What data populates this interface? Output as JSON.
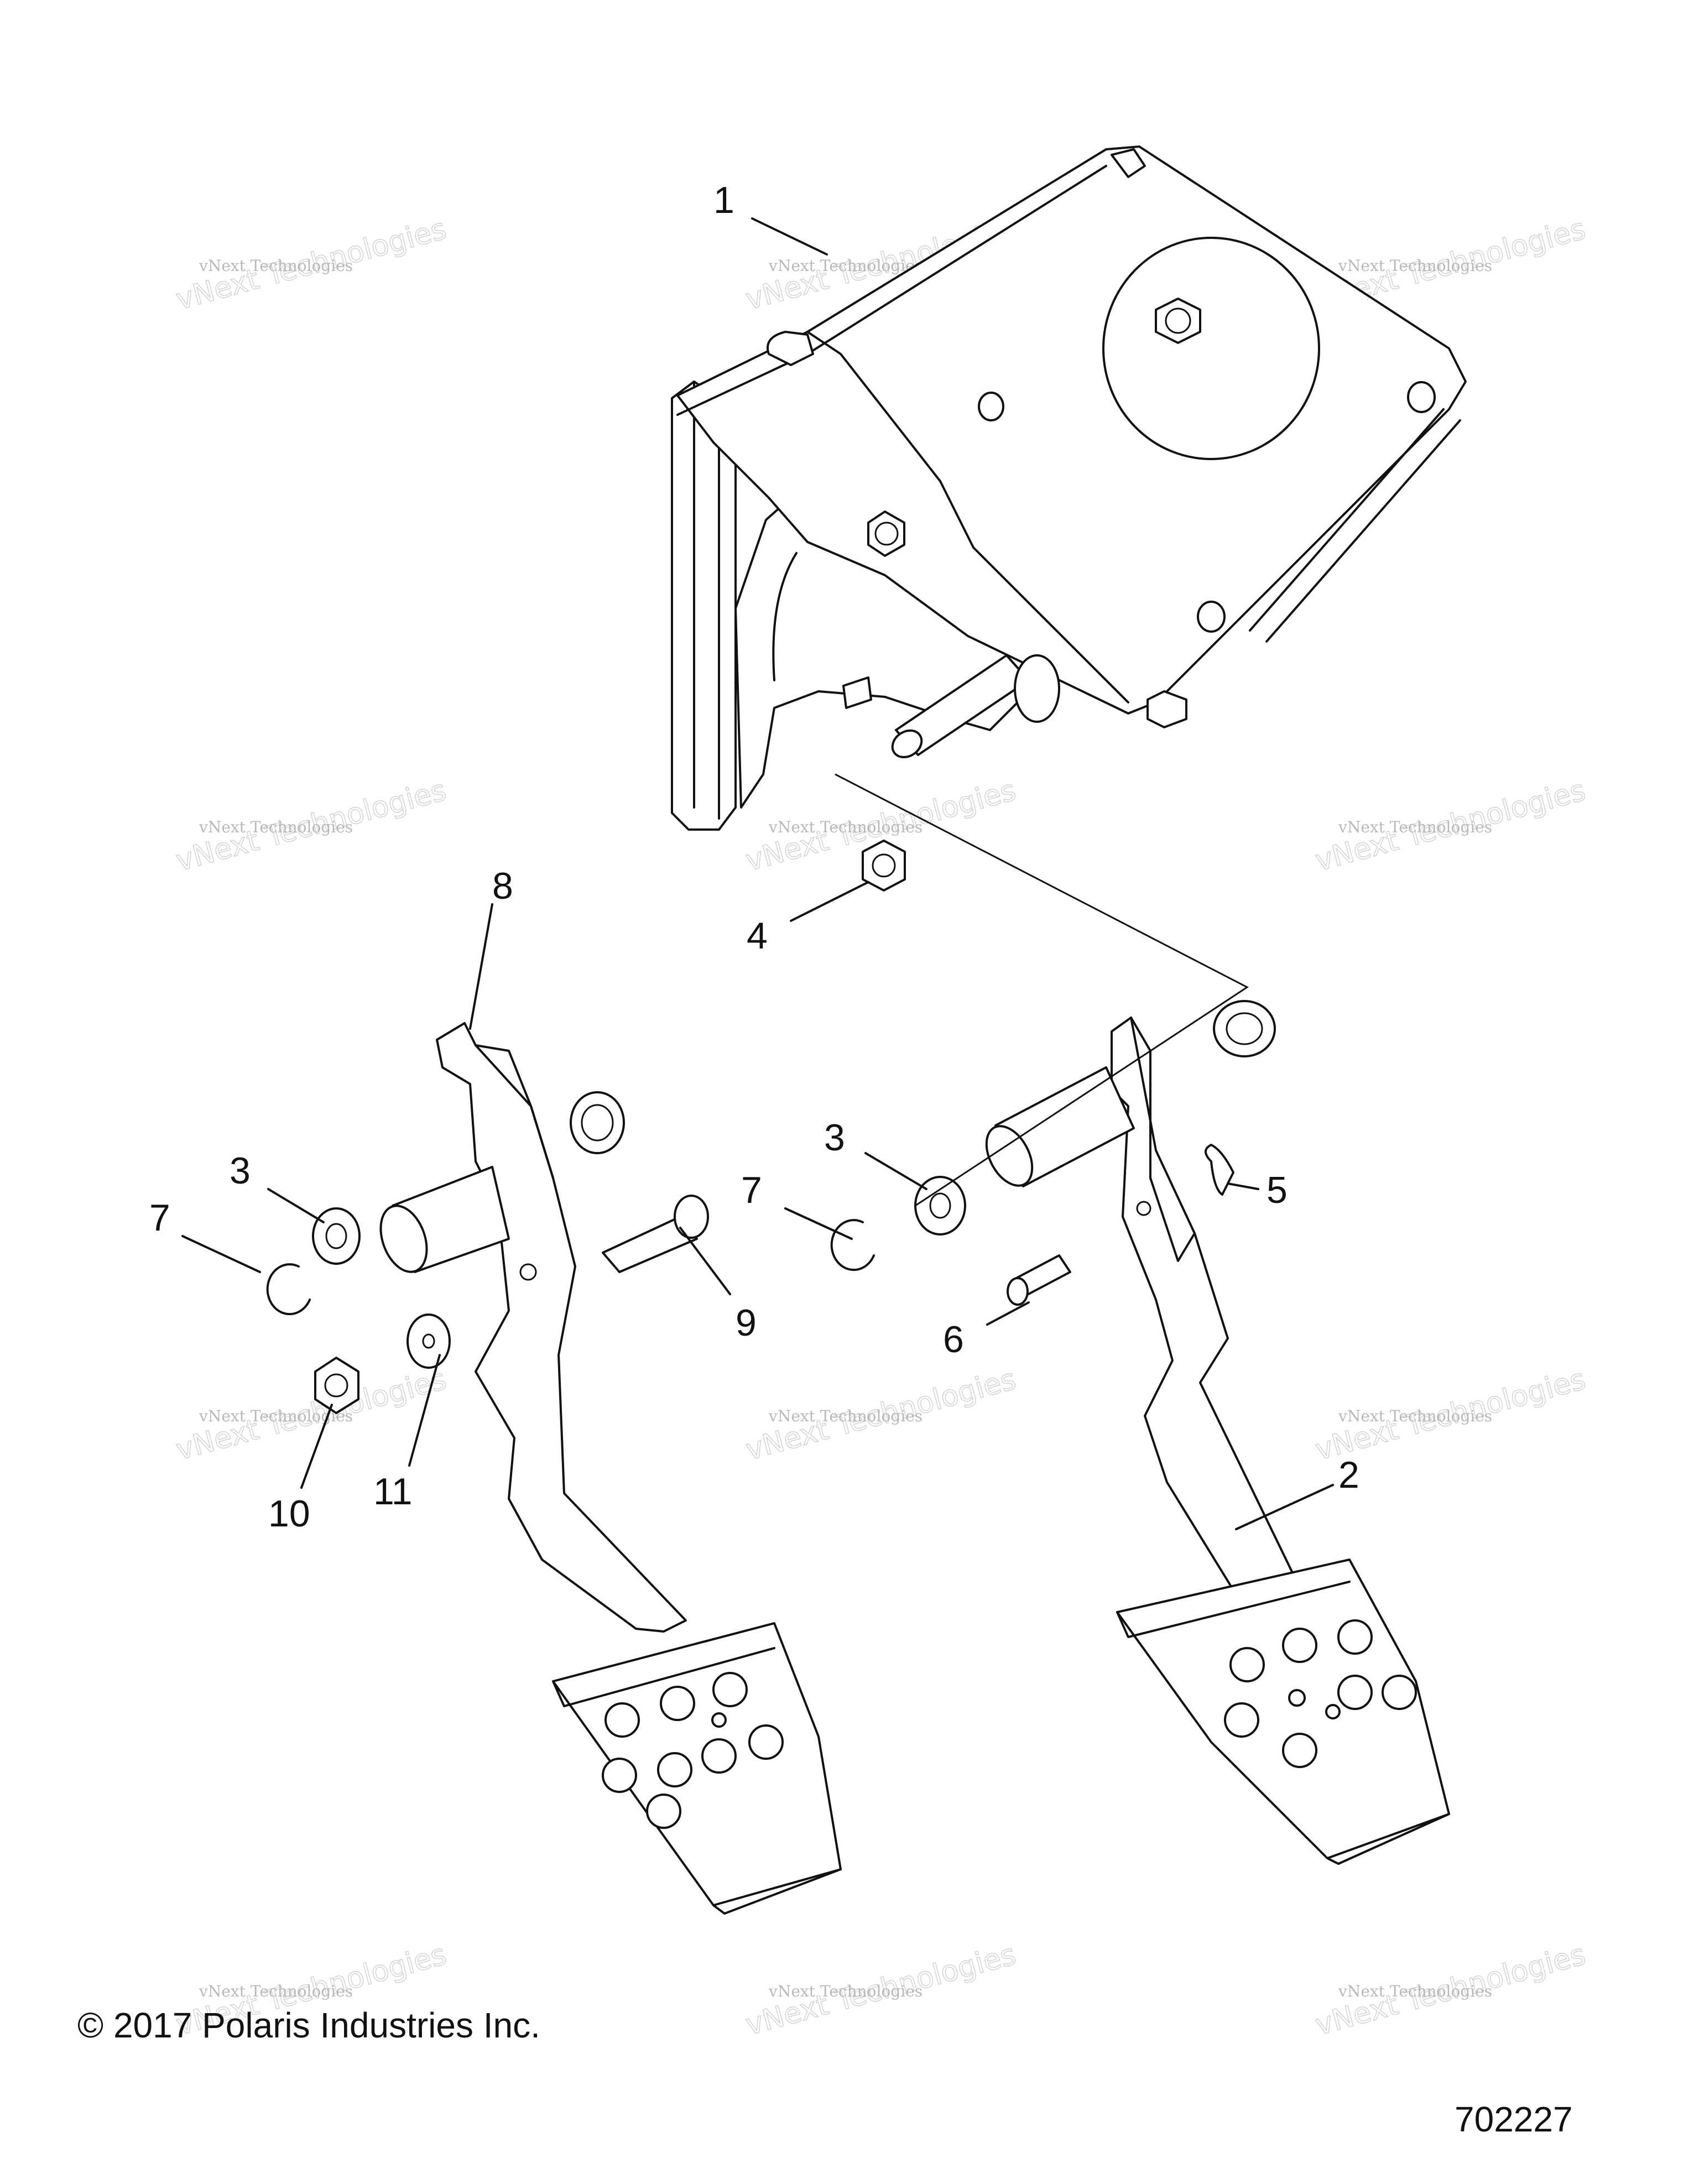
{
  "callouts": [
    "1",
    "2",
    "3",
    "3",
    "4",
    "5",
    "6",
    "7",
    "7",
    "8",
    "9",
    "10",
    "11"
  ],
  "watermark": {
    "small": "vNext Technologies",
    "big": "vNext Technologies"
  },
  "footer": {
    "copyright": "© 2017 Polaris Industries Inc.",
    "drawing_number": "702227"
  }
}
